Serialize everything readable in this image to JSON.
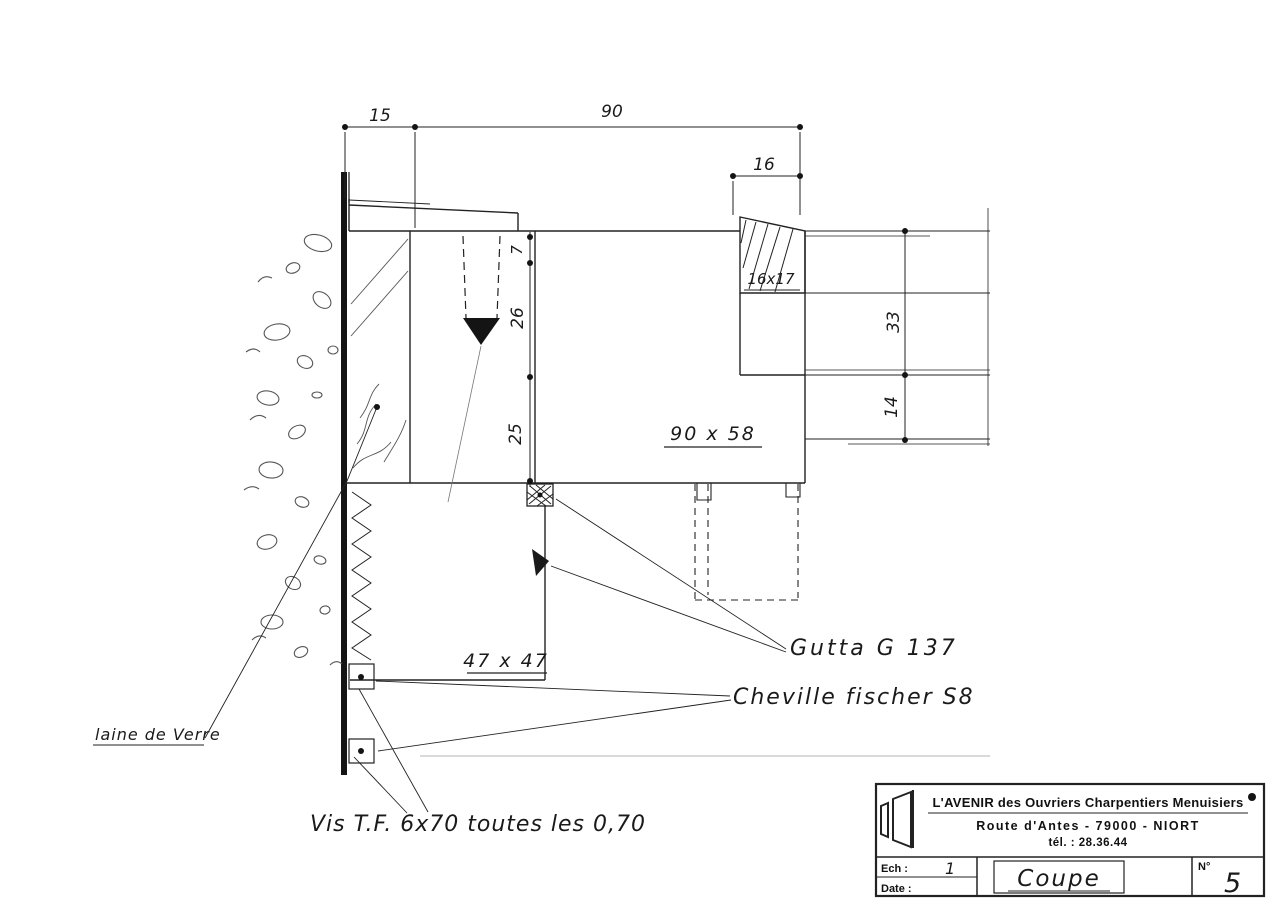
{
  "dimensions": {
    "d15": "15",
    "d90": "90",
    "d16": "16",
    "d7": "7",
    "d26": "26",
    "d25": "25",
    "d33": "33",
    "d14": "14"
  },
  "part_labels": {
    "p16x17": "16x17",
    "p90x58": "90 x 58",
    "p47x47": "47 x 47"
  },
  "annotations": {
    "gutta": "Gutta G 137",
    "cheville": "Cheville fischer S8",
    "laine": "laine de Verre",
    "vis": "Vis T.F. 6x70 toutes les 0,70"
  },
  "title_block": {
    "company": "L'AVENIR des Ouvriers Charpentiers Menuisiers",
    "address": "Route d'Antes - 79000 - NIORT",
    "phone": "tél. : 28.36.44",
    "scale_label": "Ech :",
    "scale_value": "1",
    "date_label": "Date :",
    "drawing_title": "Coupe",
    "number_label": "N°",
    "number_value": "5"
  }
}
